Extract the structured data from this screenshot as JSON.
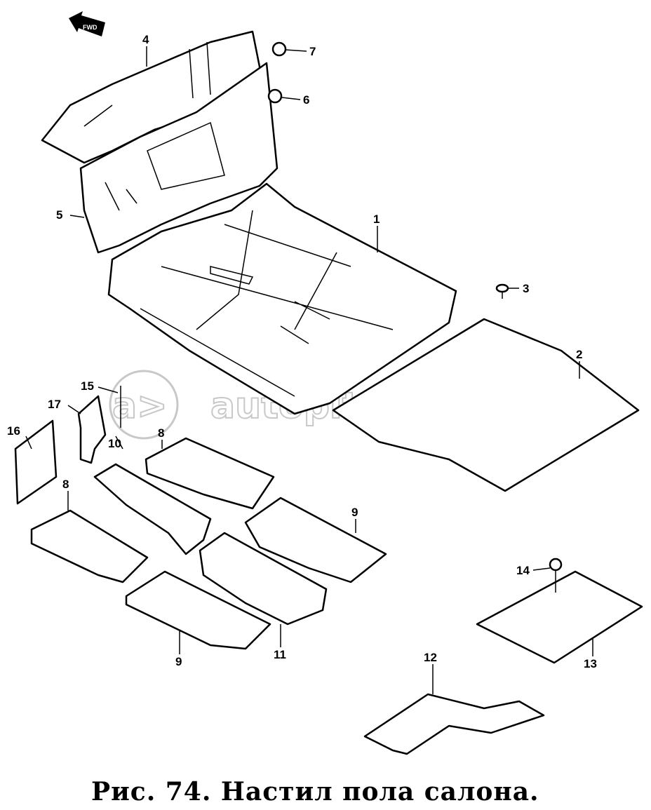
{
  "caption": "Рис. 74. Настил пола салона.",
  "watermark": "autopiter.ru",
  "direction_arrow": {
    "icon": "front-direction-arrow-icon",
    "text": "FWD"
  },
  "callouts": [
    {
      "id": "1",
      "label": "1"
    },
    {
      "id": "2",
      "label": "2"
    },
    {
      "id": "3",
      "label": "3"
    },
    {
      "id": "4",
      "label": "4"
    },
    {
      "id": "5",
      "label": "5"
    },
    {
      "id": "6",
      "label": "6"
    },
    {
      "id": "7",
      "label": "7"
    },
    {
      "id": "8a",
      "label": "8"
    },
    {
      "id": "8b",
      "label": "8"
    },
    {
      "id": "9a",
      "label": "9"
    },
    {
      "id": "9b",
      "label": "9"
    },
    {
      "id": "10",
      "label": "10"
    },
    {
      "id": "11",
      "label": "11"
    },
    {
      "id": "12",
      "label": "12"
    },
    {
      "id": "13",
      "label": "13"
    },
    {
      "id": "14",
      "label": "14"
    },
    {
      "id": "15",
      "label": "15"
    },
    {
      "id": "16",
      "label": "16"
    },
    {
      "id": "17",
      "label": "17"
    }
  ],
  "colors": {
    "line": "#000000",
    "watermark": "#c8c8c8"
  }
}
